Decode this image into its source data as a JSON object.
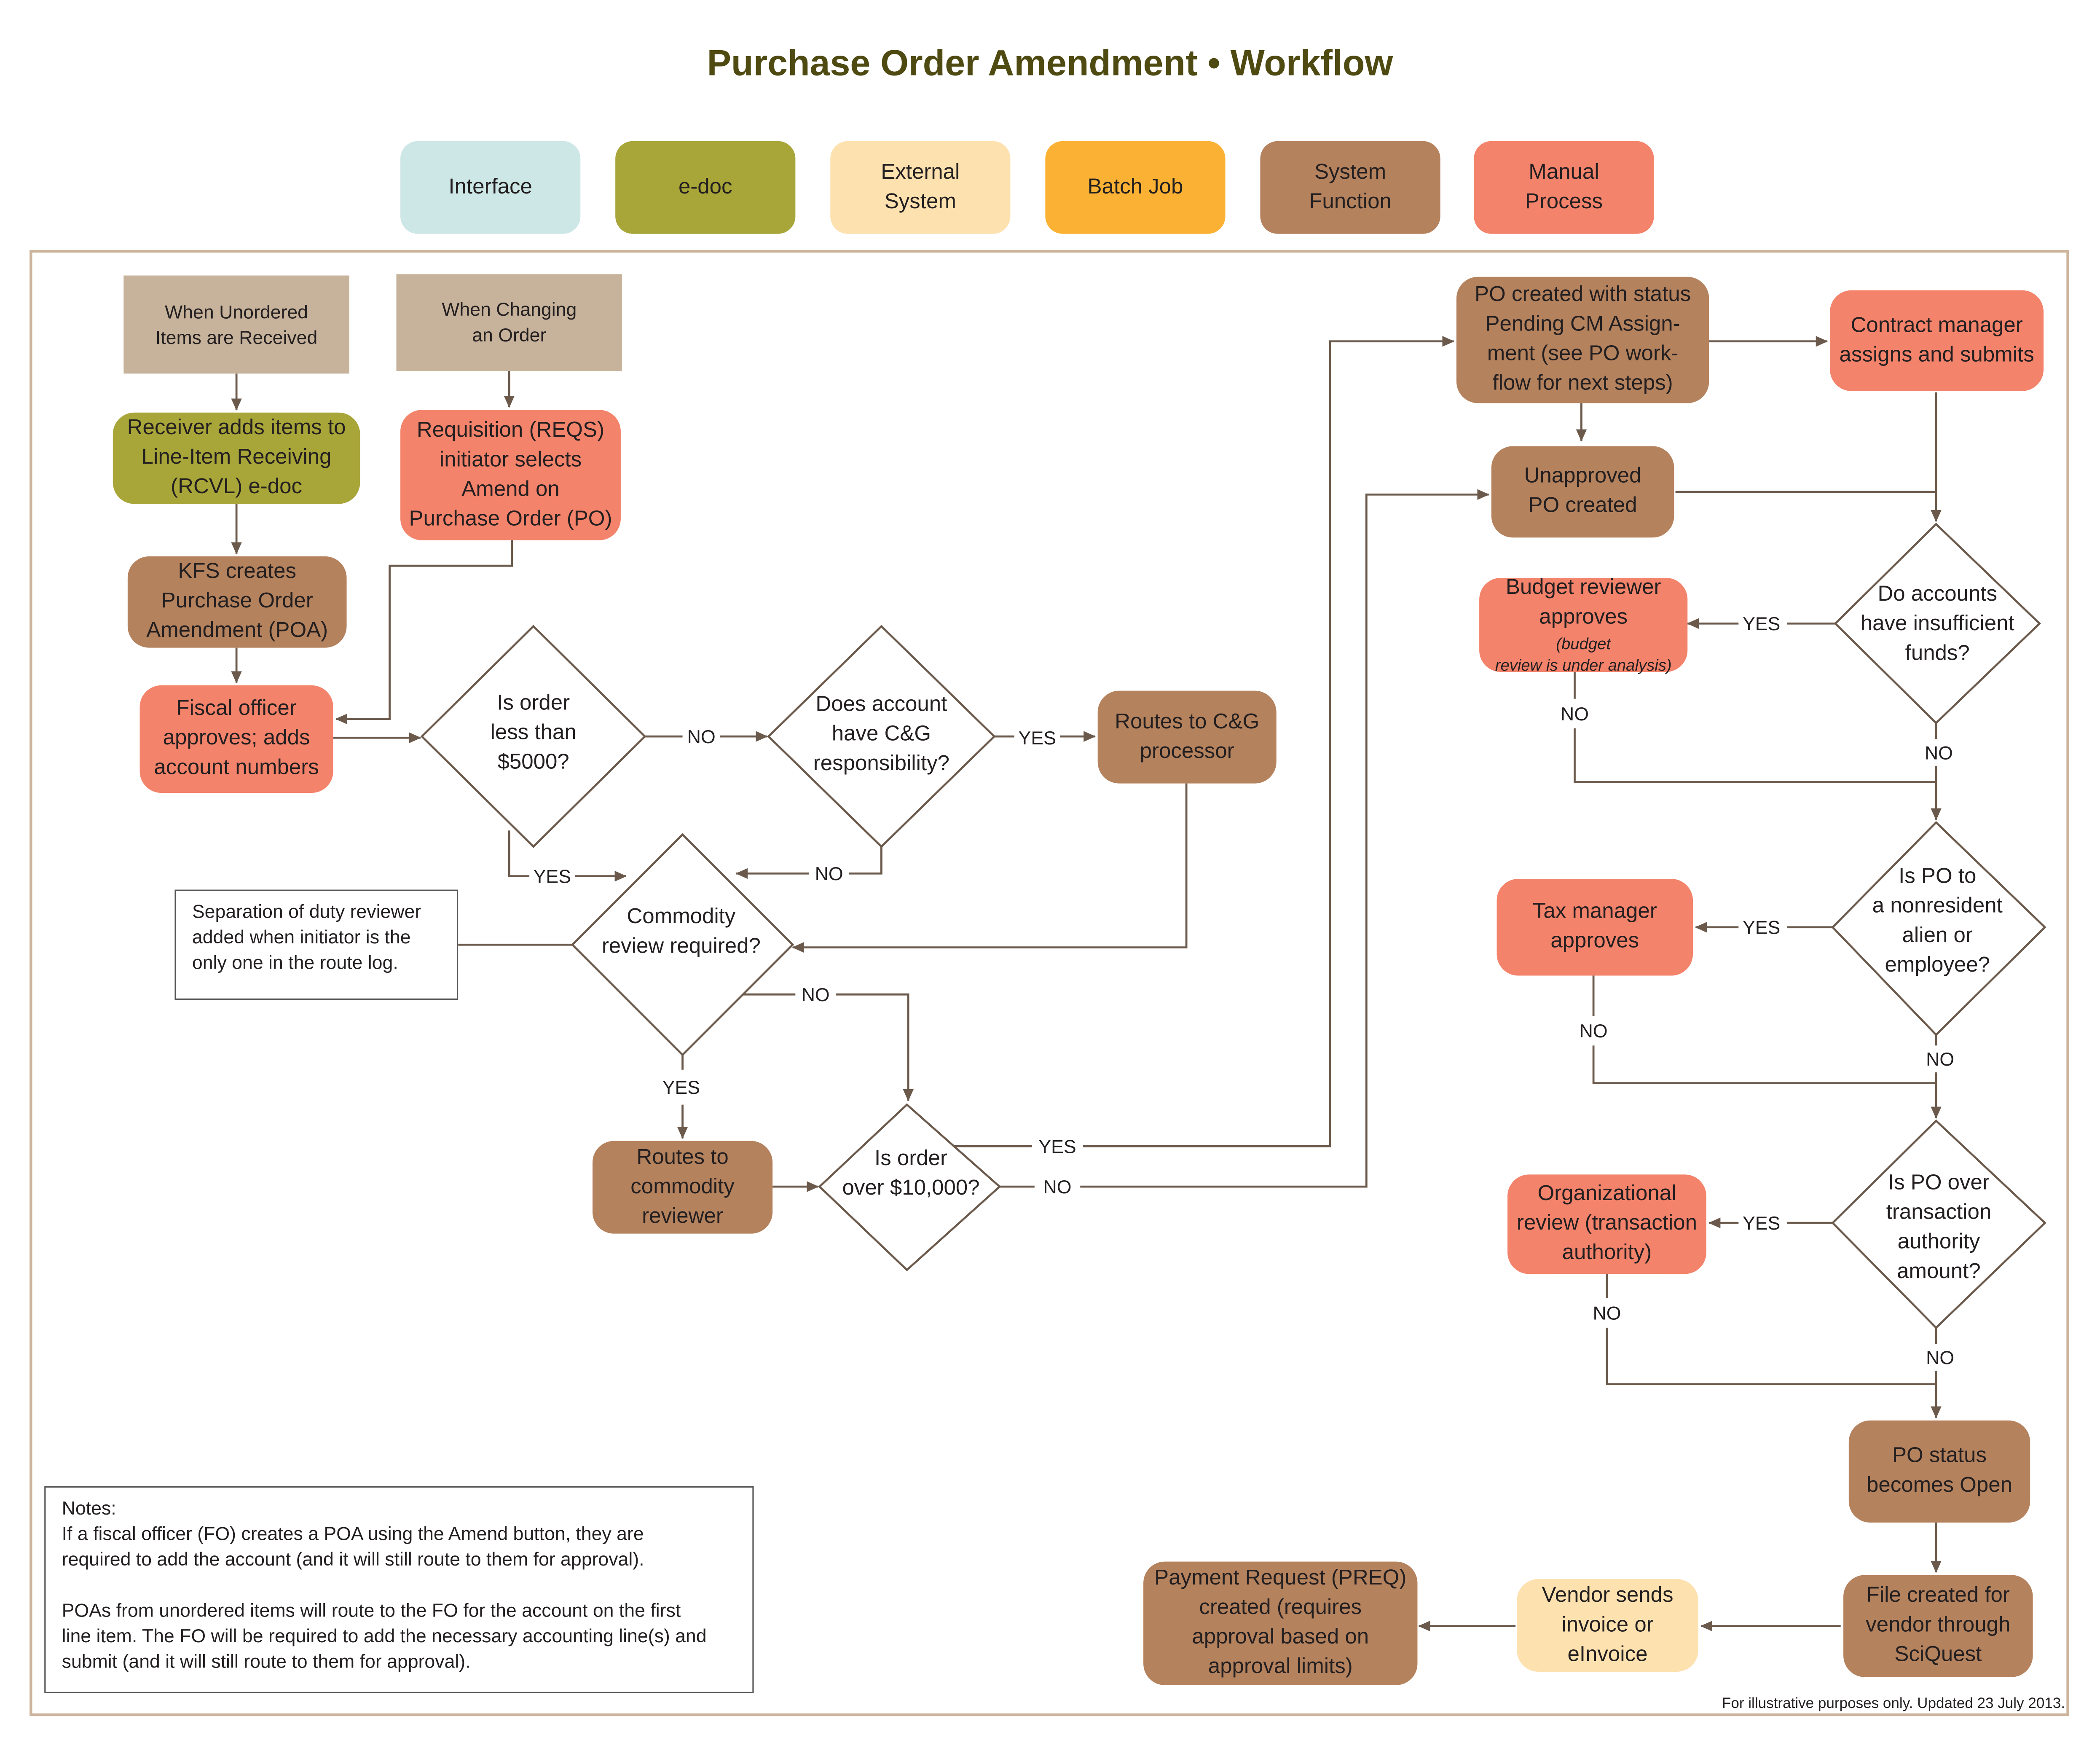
{
  "title": "Purchase Order Amendment • Workflow",
  "legend": [
    {
      "label": "Interface",
      "color": "#cde6e6"
    },
    {
      "label": "e-doc",
      "color": "#a8a539"
    },
    {
      "label": "External\nSystem",
      "color": "#fde2b0"
    },
    {
      "label": "Batch Job",
      "color": "#fbb234"
    },
    {
      "label": "System\nFunction",
      "color": "#b5825e"
    },
    {
      "label": "Manual\nProcess",
      "color": "#f4836b"
    }
  ],
  "nodes": {
    "trigger_unordered": "When Unordered\nItems are Received",
    "trigger_changing": "When Changing\nan Order",
    "receiver_adds": "Receiver adds items to\nLine-Item Receiving\n(RCVL) e-doc",
    "requisition_initiator": "Requisition (REQS)\ninitiator selects\nAmend on\nPurchase Order (PO)",
    "kfs_creates": "KFS creates\nPurchase Order\nAmendment (POA)",
    "fiscal_officer": "Fiscal officer\napproves; adds\naccount numbers",
    "routes_cg": "Routes to C&G\nprocessor",
    "routes_commodity": "Routes to\ncommodity\nreviewer",
    "po_created_pending": "PO created with status\nPending CM Assign-\nment (see PO work-\nflow for next steps)",
    "contract_manager": "Contract manager\nassigns and submits",
    "unapproved_po": "Unapproved\nPO created",
    "budget_reviewer": "Budget reviewer\napproves",
    "budget_reviewer_note": "(budget\nreview is under analysis)",
    "tax_manager": "Tax manager\napproves",
    "org_review": "Organizational\nreview (transaction\nauthority)",
    "po_open": "PO status\nbecomes Open",
    "file_created": "File created for\nvendor through\nSciQuest",
    "vendor_sends": "Vendor sends\ninvoice or\neInvoice",
    "payment_request": "Payment Request (PREQ)\ncreated (requires\napproval based on\napproval limits)"
  },
  "decisions": {
    "order_less_5000": "Is order\nless than\n$5000?",
    "account_cg": "Does account\nhave C&G\nresponsibility?",
    "commodity_review": "Commodity\nreview required?",
    "order_over_10000": "Is order\nover $10,000?",
    "insufficient_funds": "Do accounts\nhave insufficient\nfunds?",
    "nonresident_alien": "Is PO to\na nonresident\nalien or\nemployee?",
    "transaction_authority": "Is PO over\ntransaction\nauthority\namount?"
  },
  "labels": {
    "yes": "YES",
    "no": "NO"
  },
  "separation_note": "Separation of duty reviewer\nadded when initiator is the\nonly one in the route log.",
  "notes": "Notes:\nIf a fiscal officer (FO) creates a POA using the Amend button, they are\nrequired to add the account (and it will still route to them for approval).\n\nPOAs from unordered items will route to the FO for the account on the first\nline item. The FO will be required to add the necessary accounting line(s) and\nsubmit (and it will still route to them for approval).",
  "footer": "For illustrative purposes only. Updated 23 July 2013."
}
